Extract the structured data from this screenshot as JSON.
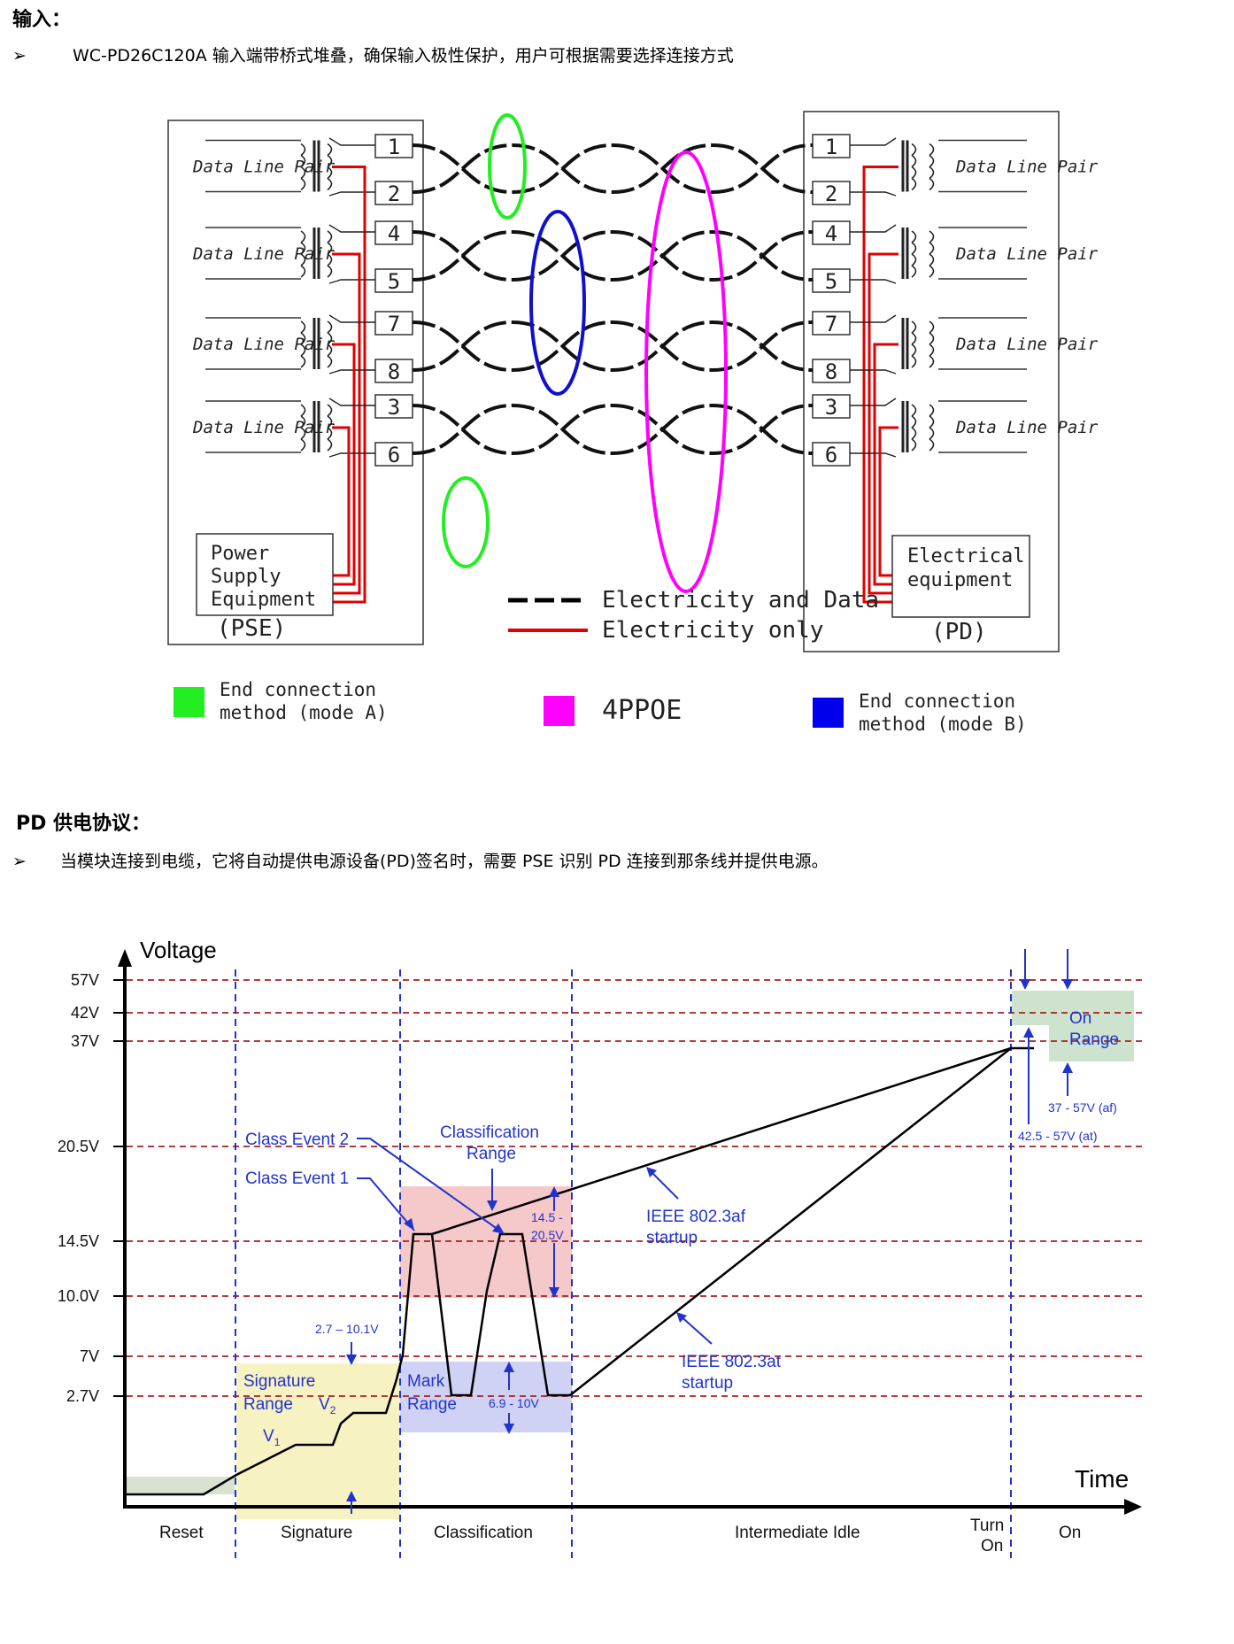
{
  "section1": {
    "heading": "输入：",
    "bullet": "➢",
    "text": "WC-PD26C120A 输入端带桥式堆叠，确保输入极性保护，用户可根据需要选择连接方式"
  },
  "diagram1": {
    "pse_line_label": "Data Line Pair",
    "pd_line_label": "Data Line Pair",
    "pse_pins": [
      "1",
      "2",
      "4",
      "5",
      "7",
      "8",
      "3",
      "6"
    ],
    "pd_pins": [
      "1",
      "2",
      "4",
      "5",
      "7",
      "8",
      "3",
      "6"
    ],
    "pse_box_lines": [
      "Power",
      "Supply",
      "Equipment"
    ],
    "pse_caption": "(PSE)",
    "pd_box_lines": [
      "Electrical",
      "equipment"
    ],
    "pd_caption": "(PD)",
    "line_legend": [
      {
        "label": "Electricity and Data"
      },
      {
        "label": "Electricity only"
      }
    ],
    "color_legend": [
      {
        "lines": [
          "End connection",
          "method (mode A)"
        ],
        "color": "#22ee22"
      },
      {
        "lines": [
          "4PPOE"
        ],
        "color": "#ff00ff"
      },
      {
        "lines": [
          "End connection",
          "method (mode B)"
        ],
        "color": "#0000ee"
      }
    ],
    "colors": {
      "power": "#e00000",
      "modeA": "#22ee22",
      "modeB": "#1010cc",
      "pppoe": "#ff00ff"
    }
  },
  "section2": {
    "heading": "PD 供电协议：",
    "bullet": "➢",
    "text": "当模块连接到电缆，它将自动提供电源设备(PD)签名时，需要 PSE 识别 PD 连接到那条线并提供电源。"
  },
  "diagram2": {
    "y_title": "Voltage",
    "x_title": "Time",
    "y_levels": [
      {
        "label": "57V"
      },
      {
        "label": "42V"
      },
      {
        "label": "37V"
      },
      {
        "label": "20.5V"
      },
      {
        "label": "14.5V"
      },
      {
        "label": "10.0V"
      },
      {
        "label": "7V"
      },
      {
        "label": "2.7V"
      }
    ],
    "phases": [
      "Reset",
      "Signature",
      "Classification",
      "Intermediate Idle",
      "Turn",
      "On",
      "On"
    ],
    "annotations": {
      "class_event_2": "Class Event 2",
      "class_event_1": "Class Event 1",
      "classification_range": [
        "Classification",
        "Range"
      ],
      "range_14_20": [
        "14.5 -",
        "20.5V"
      ],
      "ieee_af": [
        "IEEE 802.3af",
        "startup"
      ],
      "ieee_at": [
        "IEEE 802.3at",
        "startup"
      ],
      "range_2_7_10": "2.7 – 10.1V",
      "signature_range": [
        "Signature",
        "Range"
      ],
      "v2": "V",
      "v2_sub": "2",
      "v1": "V",
      "v1_sub": "1",
      "mark_range": [
        "Mark",
        "Range"
      ],
      "range_6_9_10": "6.9 - 10V",
      "on_range": [
        "On",
        "Range"
      ],
      "range_af": "37 - 57V (af)",
      "range_at": "42.5 - 57V (at)"
    },
    "colors": {
      "axis_blue": "#2233cc",
      "level_red": "#a82020",
      "class_fill": "#f5c9c9",
      "sig_fill": "#f7f2c2",
      "mark_fill": "#cfd2f5",
      "on_fill": "#cde3cd",
      "reset_fill": "#d9e2d0"
    }
  }
}
